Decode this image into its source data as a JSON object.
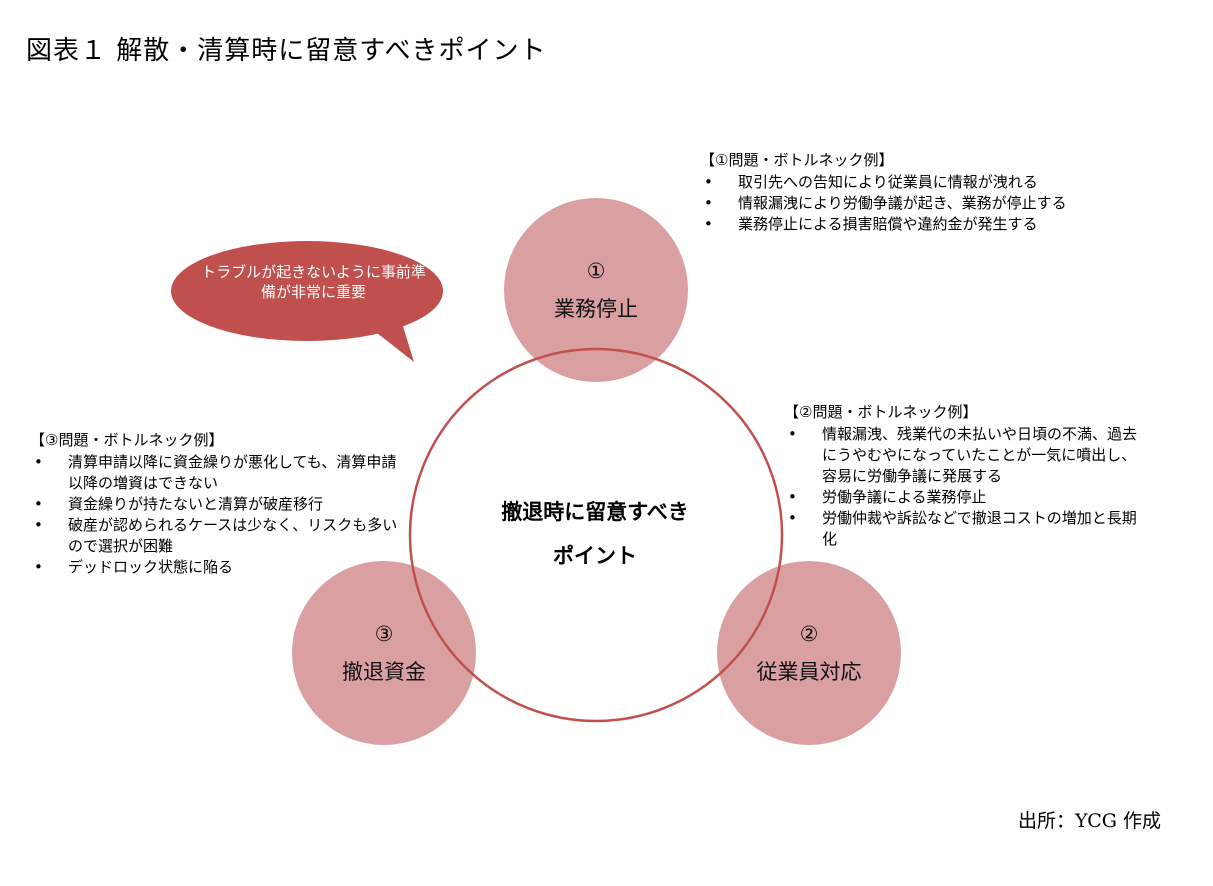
{
  "title": "図表１ 解散・清算時に留意すべきポイント",
  "source": "出所：YCG 作成",
  "center": {
    "line1": "撤退時に留意すべき",
    "line2": "ポイント"
  },
  "bubble": {
    "text": "トラブルが起きないように事前準備が非常に重要"
  },
  "nodes": [
    {
      "number": "①",
      "label": "業務停止"
    },
    {
      "number": "②",
      "label": "従業員対応"
    },
    {
      "number": "③",
      "label": "撤退資金"
    }
  ],
  "panels": [
    {
      "heading": "【①問題・ボトルネック例】",
      "items": [
        "取引先への告知により従業員に情報が洩れる",
        "情報漏洩により労働争議が起き、業務が停止する",
        "業務停止による損害賠償や違約金が発生する"
      ]
    },
    {
      "heading": "【②問題・ボトルネック例】",
      "items": [
        "情報漏洩、残業代の未払いや日頃の不満、過去にうやむやになっていたことが一気に噴出し、容易に労働争議に発展する",
        "労働争議による業務停止",
        "労働仲裁や訴訟などで撤退コストの増加と長期化"
      ]
    },
    {
      "heading": "【③問題・ボトルネック例】",
      "items": [
        "清算申請以降に資金繰りが悪化しても、清算申請以降の増資はできない",
        "資金繰りが持たないと清算が破産移行",
        "破産が認められるケースは少なく、リスクも多いので選択が困難",
        "デッドロック状態に陥る"
      ]
    }
  ],
  "colors": {
    "node_fill": "#d48f91",
    "ring_stroke": "#c0504d",
    "bubble_fill": "#c0504d"
  }
}
